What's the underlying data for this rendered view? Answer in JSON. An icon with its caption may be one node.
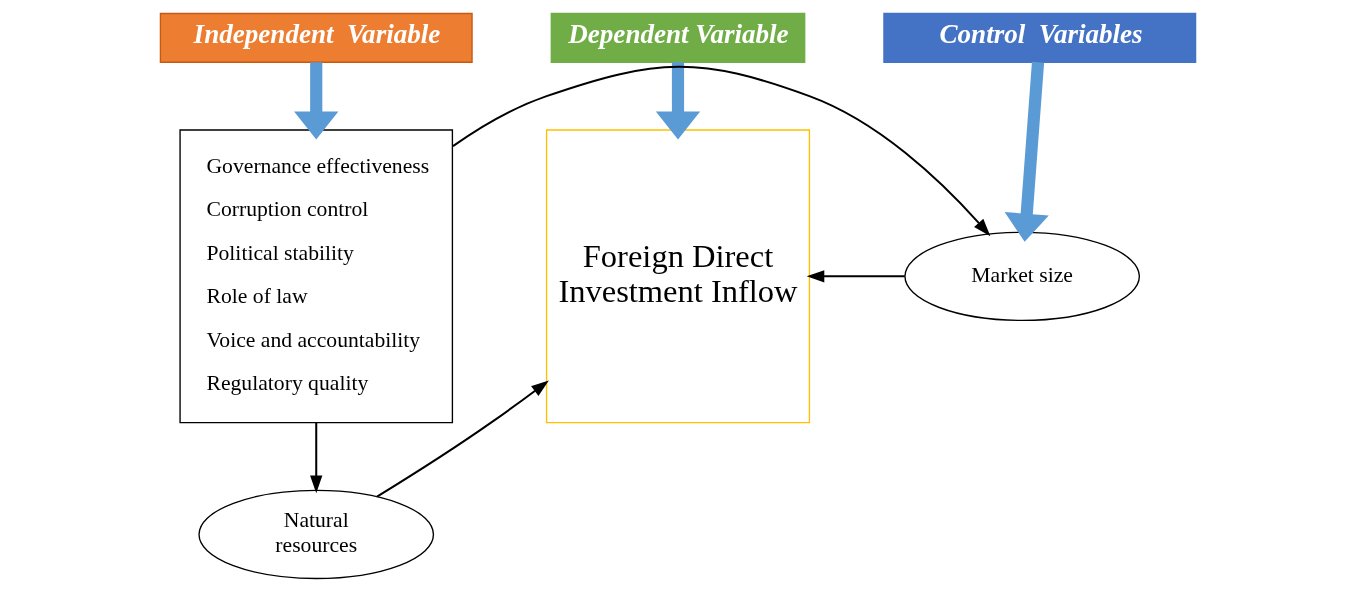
{
  "diagram": {
    "nodes": [
      {
        "text": [
          "Independent  Variable"
        ]
      },
      {
        "text": [
          "Control  Variables"
        ]
      },
      {
        "text": [
          "Dependent Variable"
        ]
      },
      {
        "text": [
          "Governance effectiveness",
          "Corruption control",
          "Political stability",
          "Role of law",
          "Voice and accountability",
          "Regulatory quality"
        ]
      },
      {
        "text": [
          "Market size"
        ]
      },
      {
        "text": [
          "Natural resources"
        ]
      },
      {
        "text": [
          "Foreign Direct Investment Inflow"
        ]
      }
    ],
    "edges": [
      {
        "from": 0,
        "to": 3,
        "arrow": "to",
        "style": "thick",
        "color": "#5b9bd5"
      },
      {
        "from": 1,
        "to": 4,
        "arrow": "to",
        "style": "thick",
        "color": "#5b9bd5"
      },
      {
        "from": 2,
        "to": 6,
        "arrow": "to",
        "style": "thick",
        "color": "#5b9bd5"
      },
      {
        "from": 3,
        "to": 4,
        "arrow": "to"
      },
      {
        "from": 3,
        "to": 5,
        "arrow": "to"
      },
      {
        "from": 4,
        "to": 6,
        "arrow": "to"
      },
      {
        "from": 5,
        "to": 6,
        "arrow": "to"
      }
    ]
  }
}
